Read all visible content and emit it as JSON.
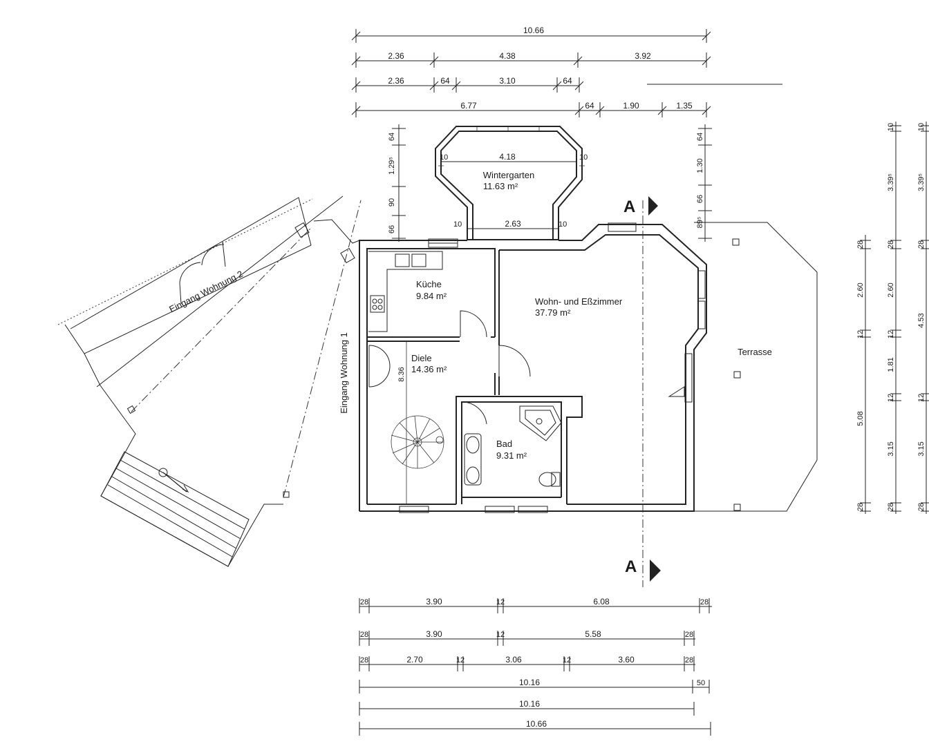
{
  "rooms": {
    "wintergarten": {
      "name": "Wintergarten",
      "area": "11.63 m²"
    },
    "kueche": {
      "name": "Küche",
      "area": "9.84 m²"
    },
    "wohn": {
      "name": "Wohn- und Eßzimmer",
      "area": "37.79 m²"
    },
    "diele": {
      "name": "Diele",
      "area": "14.36 m²"
    },
    "bad": {
      "name": "Bad",
      "area": "9.31 m²"
    },
    "terrasse": {
      "name": "Terrasse"
    }
  },
  "labels": {
    "eingang1": "Eingang Wohnung 1",
    "eingang2": "Eingang Wohnung 2",
    "section": "A"
  },
  "top_dims": {
    "row1": [
      "10.66"
    ],
    "row2": [
      "2.36",
      "4.38",
      "3.92"
    ],
    "row3": [
      "2.36",
      "64",
      "3.10",
      "64"
    ],
    "row4": [
      "6.77",
      "64",
      "1.90",
      "1.35"
    ]
  },
  "wintergarten_dims": {
    "top": "4.18",
    "bottom": "2.63",
    "wall_tl": "10",
    "wall_tr": "10",
    "wall_bl": "10",
    "wall_br": "10"
  },
  "left_vert_dims": [
    "64",
    "1.29⁵",
    "90",
    "66"
  ],
  "right_vert_dims": [
    "64",
    "1.30",
    "66",
    "89⁵"
  ],
  "diele_dim": "8.36",
  "side_dims": {
    "col1": [
      "28",
      "2.60",
      "12",
      "5.08",
      "28"
    ],
    "col2": [
      "10",
      "3.39⁵",
      "28",
      "2.60",
      "12",
      "1.81",
      "12",
      "3.15",
      "28"
    ],
    "col3": [
      "10",
      "3.39⁵",
      "28",
      "4.53",
      "12",
      "3.15",
      "28"
    ]
  },
  "bottom_dims": {
    "row1": [
      "28",
      "3.90",
      "12",
      "6.08",
      "28"
    ],
    "row2": [
      "28",
      "3.90",
      "12",
      "5.58",
      "28"
    ],
    "row3": [
      "28",
      "2.70",
      "12",
      "3.06",
      "12",
      "3.60",
      "28"
    ],
    "row4": [
      "10.16",
      "50"
    ],
    "row5": [
      "10.16"
    ],
    "row6": [
      "10.66"
    ]
  }
}
